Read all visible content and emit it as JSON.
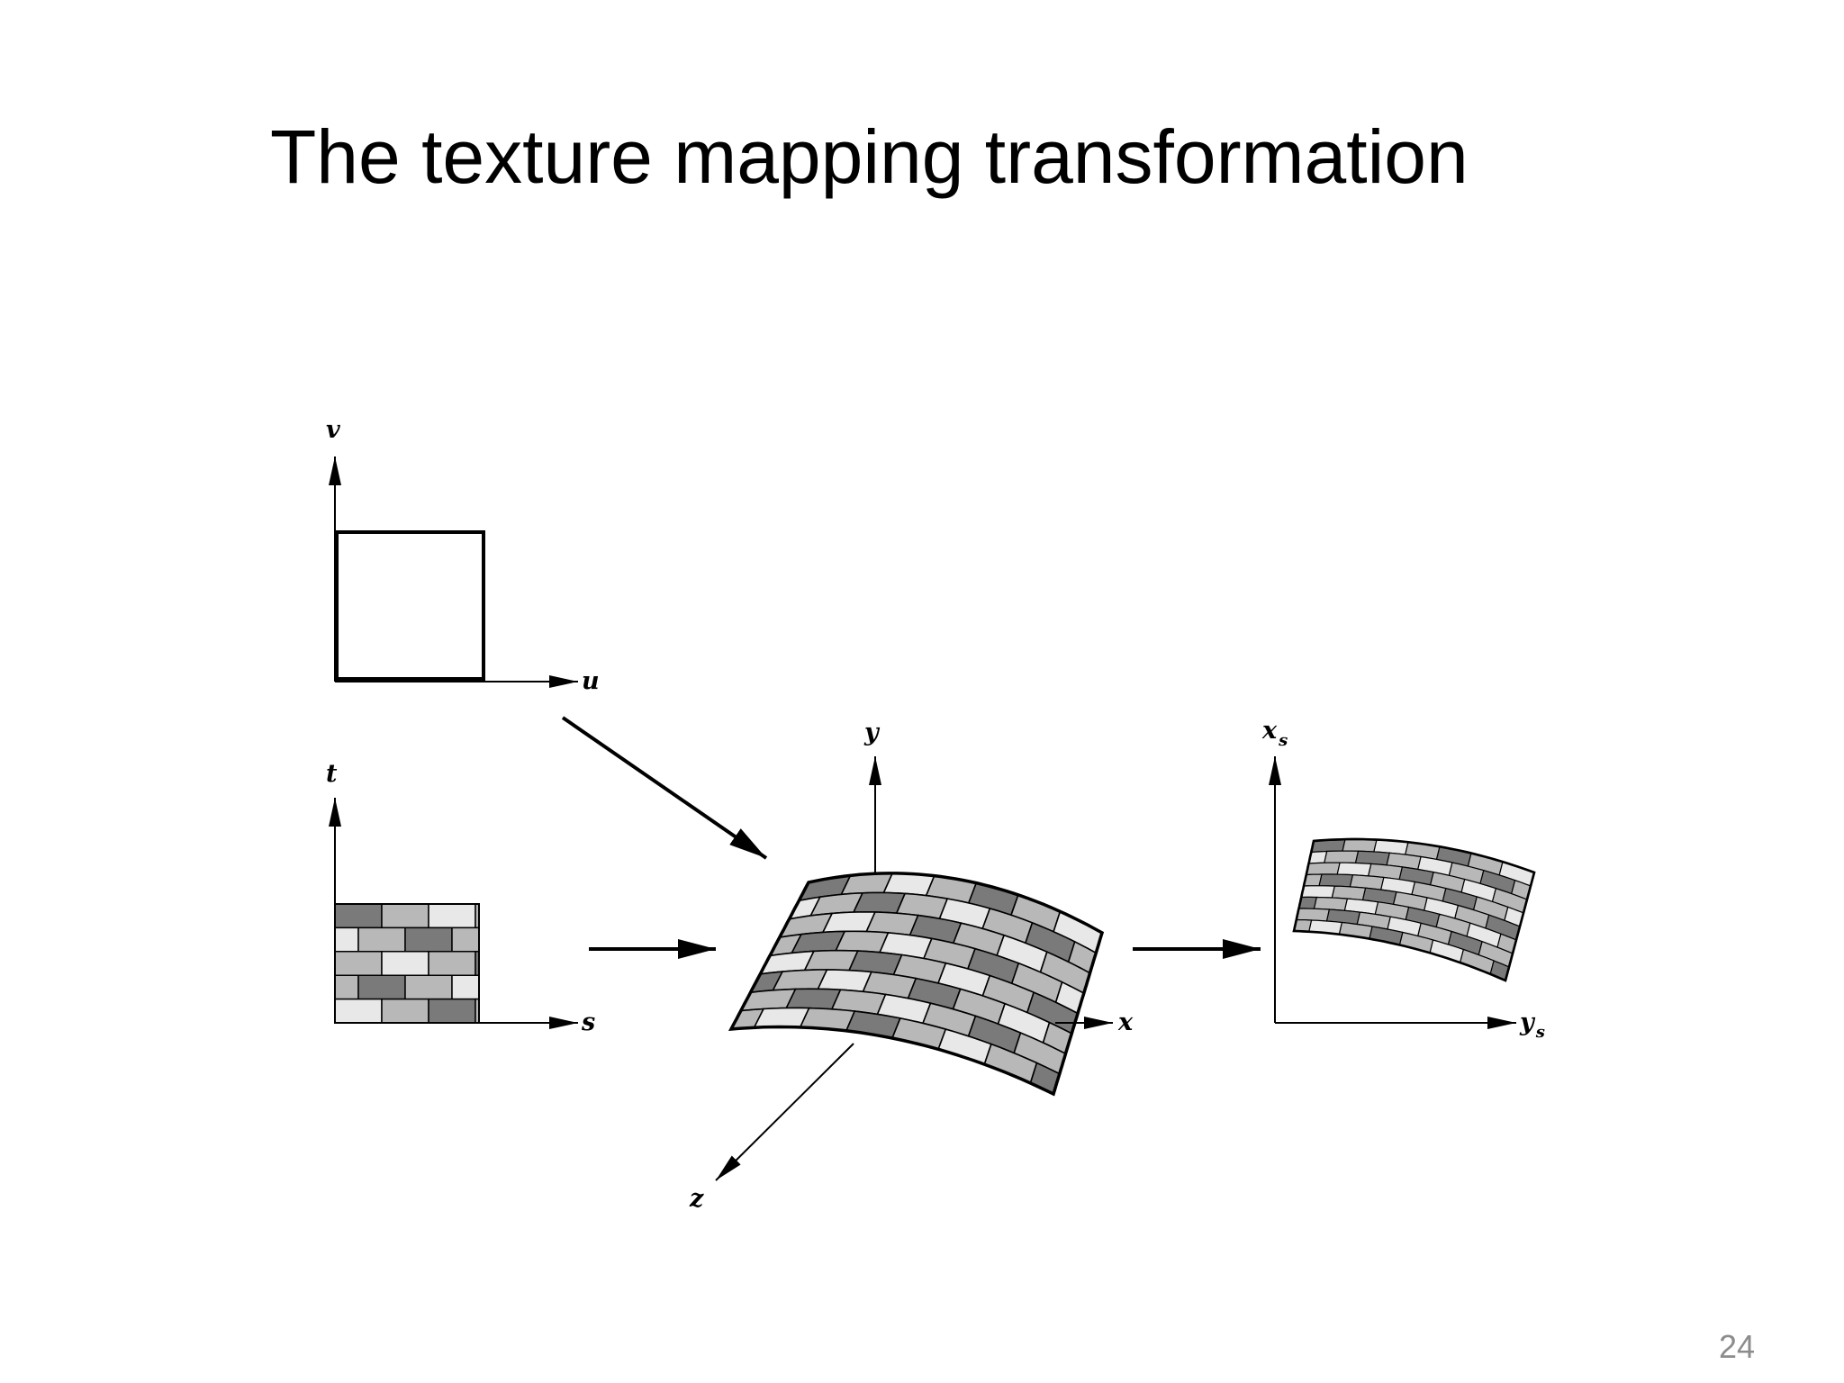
{
  "slide": {
    "title": "The texture mapping transformation",
    "page_number": "24"
  },
  "diagram": {
    "uv_space": {
      "v_label": "v",
      "u_label": "u"
    },
    "texture_space": {
      "t_label": "t",
      "s_label": "s"
    },
    "object_space": {
      "y_label": "y",
      "x_label": "x",
      "z_label": "z"
    },
    "screen_space": {
      "xs_label": "x",
      "xs_sub": "s",
      "ys_label": "y",
      "ys_sub": "s"
    },
    "colors": {
      "line": "#000000",
      "brick_dark": "#7a7a7a",
      "brick_mid": "#b8b8b8",
      "brick_light": "#e8e8e8"
    }
  }
}
